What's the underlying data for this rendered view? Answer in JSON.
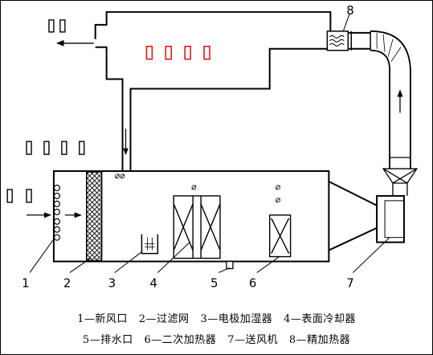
{
  "labels": {
    "n1": "1",
    "n2": "2",
    "n3": "3",
    "n4": "4",
    "n5": "5",
    "n6": "6",
    "n7": "7",
    "n8": "8"
  },
  "legend": {
    "line1": "1—新风口   2—过滤网   3—电极加湿器   4—表面冷却器",
    "line2": "5—排水口   6—二次加热器   7—送风机   8—精加热器"
  },
  "colors": {
    "line": "#000000",
    "highlight": "#e01818",
    "background": "#ffffff"
  }
}
